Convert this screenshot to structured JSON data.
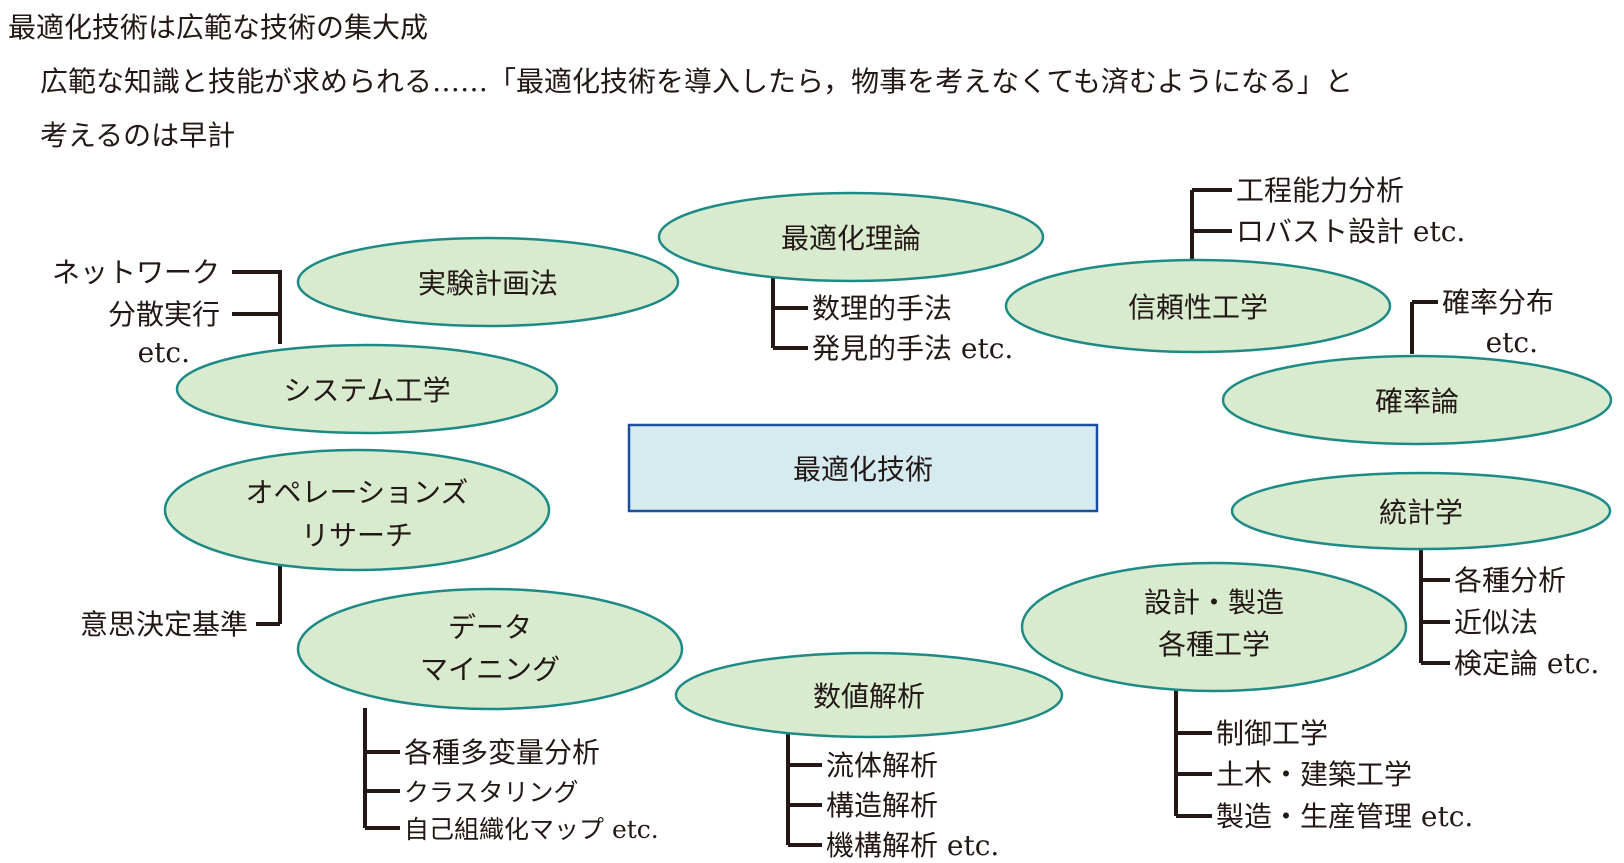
{
  "header": {
    "title": "最適化技術は広範な技術の集大成",
    "line1": "広範な知識と技能が求められる……「最適化技術を導入したら，物事を考えなくても済むようになる」と",
    "line2": "考えるのは早計"
  },
  "center": {
    "label": "最適化技術"
  },
  "nodes": {
    "jikken": {
      "label": "実験計画法"
    },
    "system": {
      "label": "システム工学"
    },
    "saiteki": {
      "label": "最適化理論"
    },
    "shinrai": {
      "label": "信頼性工学"
    },
    "kakuritsu": {
      "label": "確率論"
    },
    "tokei": {
      "label": "統計学"
    },
    "or": {
      "line1": "オペレーションズ",
      "line2": "リサーチ"
    },
    "data": {
      "line1": "データ",
      "line2": "マイニング"
    },
    "suchi": {
      "label": "数値解析"
    },
    "sekkei": {
      "line1": "設計・製造",
      "line2": "各種工学"
    }
  },
  "leaves": {
    "network": [
      "ネットワーク",
      "分散実行",
      "etc."
    ],
    "saiteki": [
      "数理的手法",
      "発見的手法 etc."
    ],
    "shinrai": [
      "工程能力分析",
      "ロバスト設計 etc."
    ],
    "kakuritsu": [
      "確率分布",
      "etc."
    ],
    "tokei": [
      "各種分析",
      "近似法",
      "検定論 etc."
    ],
    "or": [
      "意思決定基準"
    ],
    "data": [
      "各種多変量分析",
      "クラスタリング",
      "自己組織化マップ etc."
    ],
    "suchi": [
      "流体解析",
      "構造解析",
      "機構解析 etc."
    ],
    "sekkei": [
      "制御工学",
      "土木・建築工学",
      "製造・生産管理 etc."
    ]
  }
}
